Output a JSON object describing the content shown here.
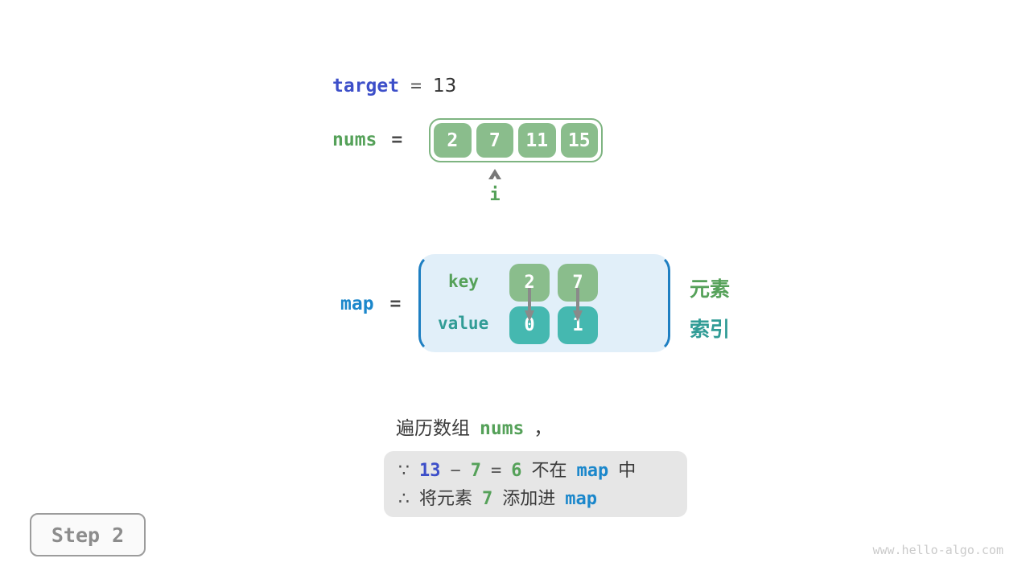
{
  "target": {
    "label": "target",
    "equals": "=",
    "value": "13"
  },
  "nums": {
    "label": "nums",
    "equals": "=",
    "cells": [
      "2",
      "7",
      "11",
      "15"
    ],
    "pointer_label": "i"
  },
  "map": {
    "label": "map",
    "equals": "=",
    "key_label": "key",
    "value_label": "value",
    "entries": [
      {
        "key": "2",
        "value": "0"
      },
      {
        "key": "7",
        "value": "1"
      }
    ],
    "annotation_element": "元素",
    "annotation_index": "索引"
  },
  "caption": {
    "prefix": "遍历数组",
    "code": "nums",
    "comma": "，"
  },
  "explanation": {
    "line1": {
      "because": "∵",
      "minuend": "13",
      "minus": "−",
      "subtrahend": "7",
      "equals": "=",
      "difference": "6",
      "not_in": "不在",
      "map_ref": "map",
      "suffix": "中"
    },
    "line2": {
      "therefore": "∴",
      "prefix": "将元素",
      "value": "7",
      "action": "添加进",
      "map_ref": "map"
    }
  },
  "footer": {
    "step_label": "Step 2",
    "watermark": "www.hello-algo.com"
  },
  "colors": {
    "royal_blue": "#3d4fc9",
    "sky_blue": "#1b87cb",
    "green_text": "#55a159",
    "teal_text": "#319c96",
    "green_cell": "#8abd8c",
    "teal_cell": "#45b8b0",
    "map_fill": "#e1eff9",
    "map_border": "#1e7fc2",
    "explain_fill": "#e6e6e6",
    "arrow_gray": "#8a8a8a"
  }
}
